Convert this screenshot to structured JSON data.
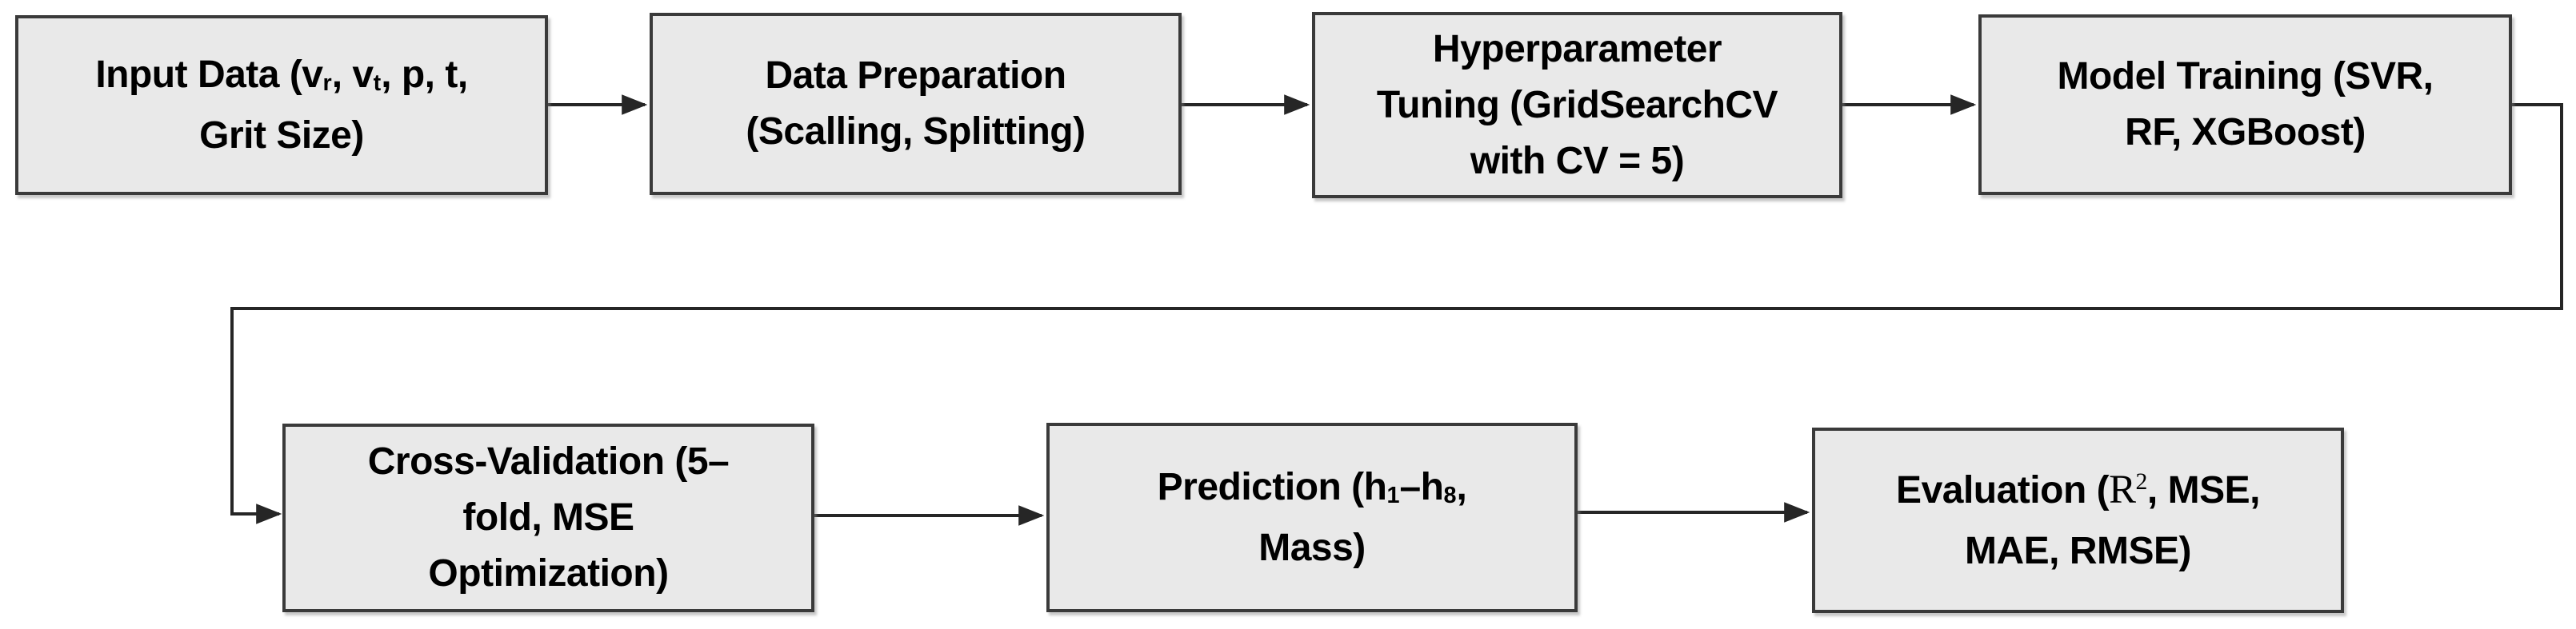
{
  "styles": {
    "background": "#ffffff",
    "box_fill": "#e9e9e9",
    "box_border": "#3a3a3a",
    "arrow_color": "#262626",
    "text_color": "#000000"
  },
  "flowchart": {
    "type": "flowchart",
    "nodes": [
      {
        "id": "input-data",
        "text": "Input Data (vr, vt, p, t, Grit Size)",
        "lines": [
          [
            {
              "t": "Input Data (v"
            },
            {
              "t": "r",
              "f": "sub"
            },
            {
              "t": ", v"
            },
            {
              "t": "t",
              "f": "sub"
            },
            {
              "t": ", p, t,"
            }
          ],
          [
            {
              "t": "Grit Size)"
            }
          ]
        ]
      },
      {
        "id": "data-preparation",
        "text": "Data Preparation (Scalling, Splitting)",
        "lines": [
          [
            {
              "t": "Data Preparation"
            }
          ],
          [
            {
              "t": "(Scalling, Splitting)"
            }
          ]
        ]
      },
      {
        "id": "hyperparameter-tuning",
        "text": "Hyperparameter Tuning (GridSearchCV with CV = 5)",
        "lines": [
          [
            {
              "t": "Hyperparameter"
            }
          ],
          [
            {
              "t": "Tuning (GridSearchCV"
            }
          ],
          [
            {
              "t": "with CV = 5)"
            }
          ]
        ]
      },
      {
        "id": "model-training",
        "text": "Model Training (SVR, RF, XGBoost)",
        "lines": [
          [
            {
              "t": "Model Training (SVR,"
            }
          ],
          [
            {
              "t": "RF, XGBoost)"
            }
          ]
        ]
      },
      {
        "id": "cross-validation",
        "text": "Cross-Validation (5–fold, MSE Optimization)",
        "lines": [
          [
            {
              "t": "Cross-Validation (5–"
            }
          ],
          [
            {
              "t": "fold, MSE"
            }
          ],
          [
            {
              "t": "Optimization)"
            }
          ]
        ]
      },
      {
        "id": "prediction",
        "text": "Prediction (h1–h8, Mass)",
        "lines": [
          [
            {
              "t": "Prediction (h"
            },
            {
              "t": "1",
              "f": "sub"
            },
            {
              "t": "–h"
            },
            {
              "t": "8",
              "f": "sub"
            },
            {
              "t": ","
            }
          ],
          [
            {
              "t": "Mass)"
            }
          ]
        ]
      },
      {
        "id": "evaluation",
        "text": "Evaluation (R2, MSE, MAE, RMSE)",
        "lines": [
          [
            {
              "t": "Evaluation ("
            },
            {
              "t": "R",
              "f": "serif"
            },
            {
              "t": "2",
              "f": "sersup"
            },
            {
              "t": ", MSE,"
            }
          ],
          [
            {
              "t": "MAE, RMSE)"
            }
          ]
        ]
      }
    ],
    "edges": [
      {
        "from": "input-data",
        "to": "data-preparation"
      },
      {
        "from": "data-preparation",
        "to": "hyperparameter-tuning"
      },
      {
        "from": "hyperparameter-tuning",
        "to": "model-training"
      },
      {
        "from": "model-training",
        "to": "cross-validation"
      },
      {
        "from": "cross-validation",
        "to": "prediction"
      },
      {
        "from": "prediction",
        "to": "evaluation"
      }
    ]
  }
}
